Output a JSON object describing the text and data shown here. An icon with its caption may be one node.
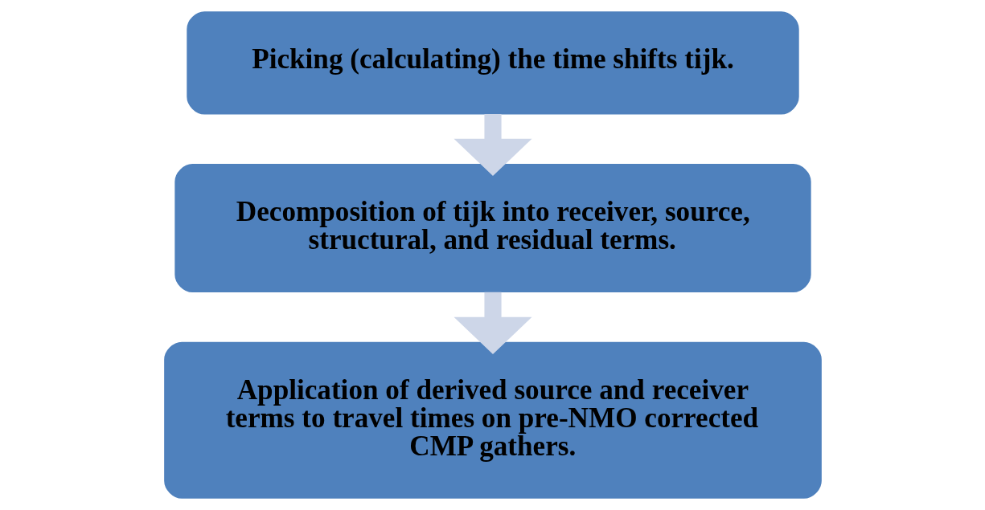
{
  "diagram": {
    "nodes": [
      {
        "text": [
          "Picking (calculating) the time shifts tijk."
        ]
      },
      {
        "text": [
          "Decomposition of tijk into receiver, source, structural, and residual terms."
        ]
      },
      {
        "text": [
          "Application of derived source and receiver terms to travel times on pre-NMO corrected CMP gathers."
        ]
      }
    ],
    "edges": [
      {
        "from": 0,
        "to": 1,
        "arrow": "to"
      },
      {
        "from": 1,
        "to": 2,
        "arrow": "to"
      }
    ]
  }
}
